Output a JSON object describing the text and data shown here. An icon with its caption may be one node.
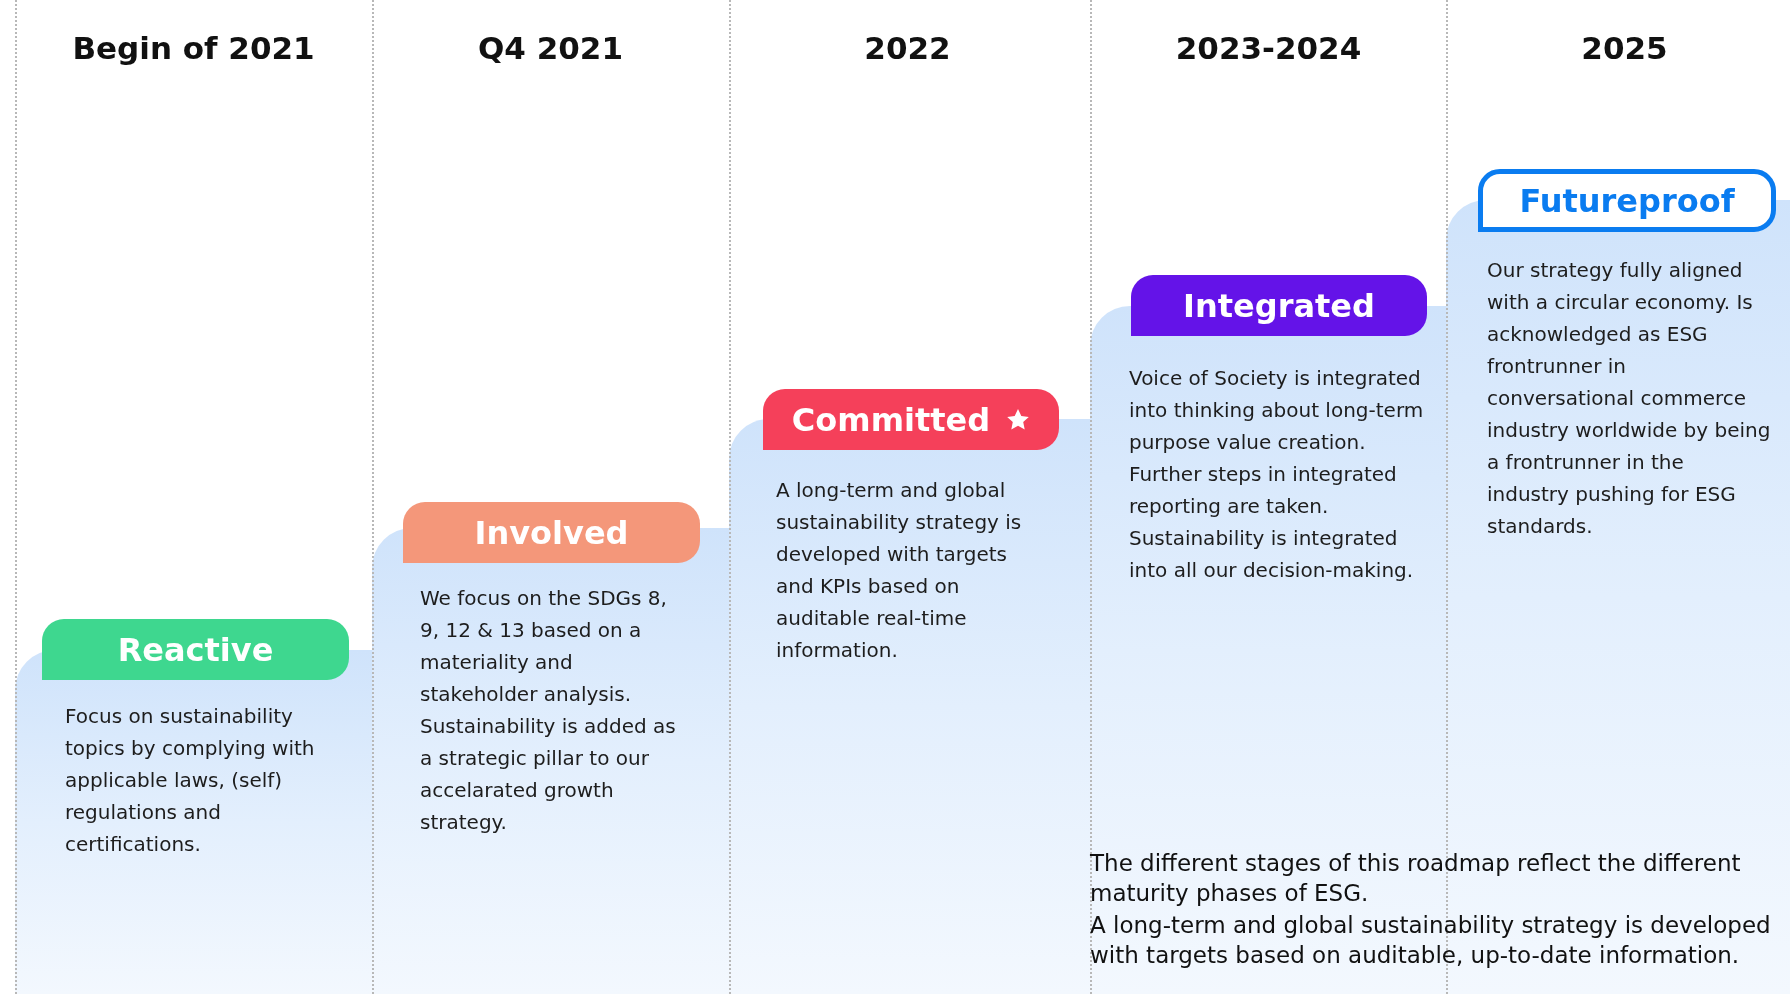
{
  "diagram": {
    "nodes": [
      {
        "text": [
          "Reactive"
        ],
        "beside": [
          "Focus on sustainability topics by complying with applicable laws, (self) regulations and certifications."
        ]
      },
      {
        "text": [
          "Involved"
        ],
        "beside": [
          "We focus on the SDGs 8, 9, 12 & 13 based on a materiality and stakeholder analysis. Sustainability is added as a strategic pillar to our accelarated growth strategy."
        ]
      },
      {
        "text": [
          "Committed"
        ],
        "beside": [
          "A long-term and global sustainability strategy is developed with targets and KPIs based on auditable real-time information."
        ]
      },
      {
        "text": [
          "Integrated"
        ],
        "beside": [
          "Voice of Society is integrated into thinking about long-term purpose value creation. Further steps in integrated reporting are taken. Sustainability is integrated into all our decision-making."
        ]
      },
      {
        "text": [
          "Futureproof"
        ],
        "beside": [
          "Our strategy fully aligned with a circular economy. Is acknowledged as ESG frontrunner in conversational commerce industry worldwide by being a frontrunner in the industry pushing for ESG standards."
        ]
      }
    ],
    "edges": [],
    "labels": [
      "Begin of 2021",
      "Q4 2021",
      "2022",
      "2023-2024",
      "2025",
      "The different stages of this roadmap reflect the different maturity phases of ESG.",
      "A long-term and global sustainability strategy is developed with targets based on auditable, up-to-date information."
    ]
  }
}
